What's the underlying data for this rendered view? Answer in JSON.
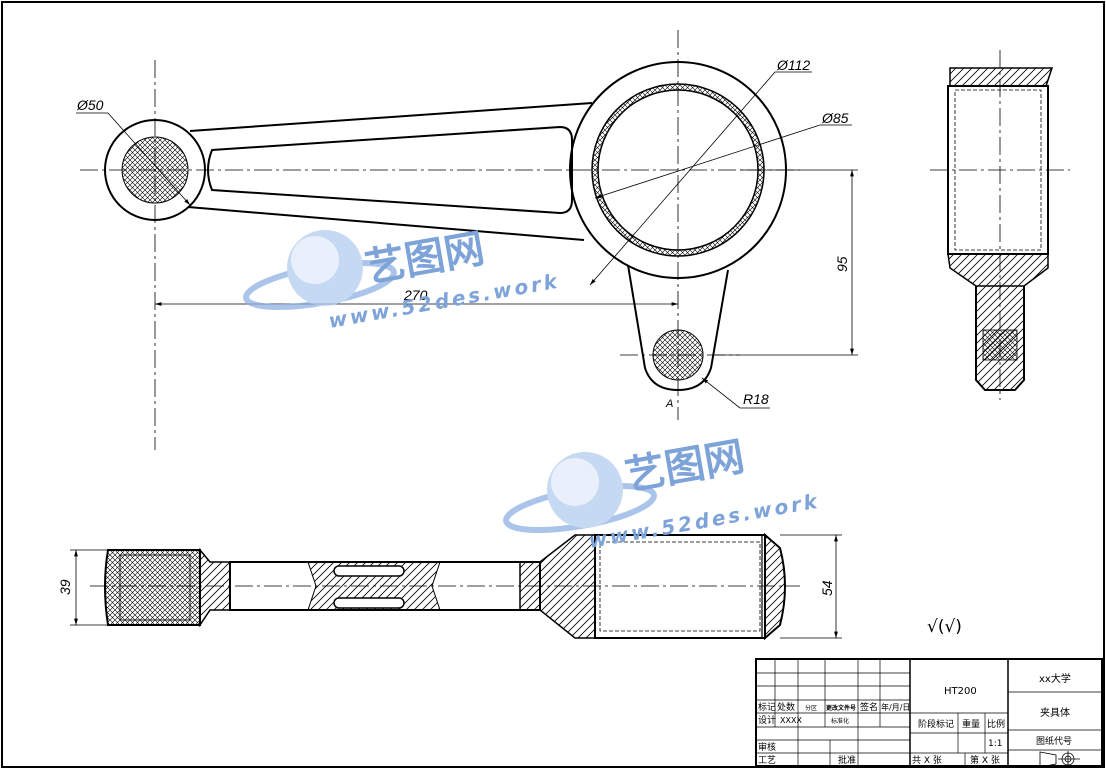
{
  "dimensions": {
    "d50": "Ø50",
    "d112": "Ø112",
    "d85": "Ø85",
    "l270": "270",
    "l95": "95",
    "r18": "R18",
    "view_a": "A",
    "h39": "39",
    "h54": "54"
  },
  "roughness": "√(√)",
  "watermark": {
    "brand": "艺图网",
    "url": "www.52des.work"
  },
  "title_block": {
    "material": "HT200",
    "school": "xx大学",
    "part_name": "夹具体",
    "drawing_no_label": "图纸代号",
    "scale_label": "比例",
    "scale_value": "1:1",
    "weight_label": "重量",
    "stage_label": "阶段标记",
    "mark_label": "标记",
    "count_label": "处数",
    "zone_label": "分区",
    "change_doc_label": "更改文件号",
    "sign_label": "签名",
    "date_label": "年/月/日",
    "design_label": "设计",
    "design_value": "XXXX",
    "standard_label": "标准化",
    "review_label": "审核",
    "process_label": "工艺",
    "approve_label": "批准",
    "sheets_total": "共 X 张",
    "sheet_no": "第 X 张"
  }
}
